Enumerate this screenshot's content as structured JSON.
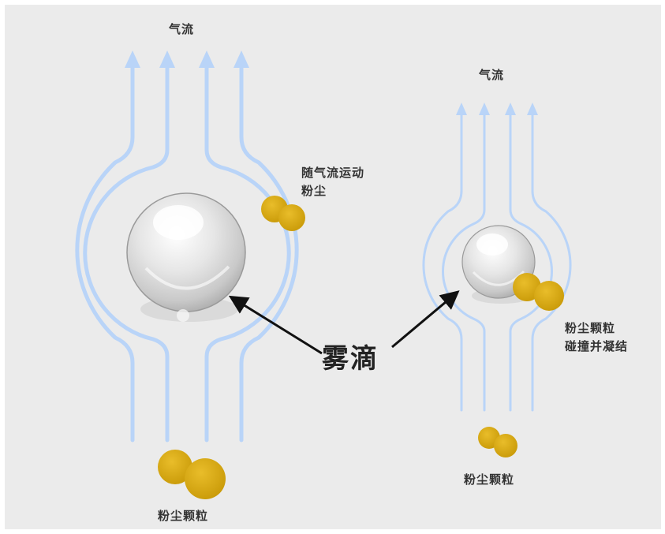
{
  "left_scene": {
    "airflow_label": "气流",
    "moving_dust_label_line1": "随气流运动",
    "moving_dust_label_line2": "粉尘",
    "dust_particle_label": "粉尘颗粒"
  },
  "right_scene": {
    "airflow_label": "气流",
    "collision_label_line1": "粉尘颗粒",
    "collision_label_line2": "碰撞并凝结",
    "dust_particle_label": "粉尘颗粒"
  },
  "center_label": "雾滴",
  "colors": {
    "background": "#ebebeb",
    "airflow": "#b9d4f8",
    "dust": "#d8aa10",
    "arrow": "#111111"
  }
}
